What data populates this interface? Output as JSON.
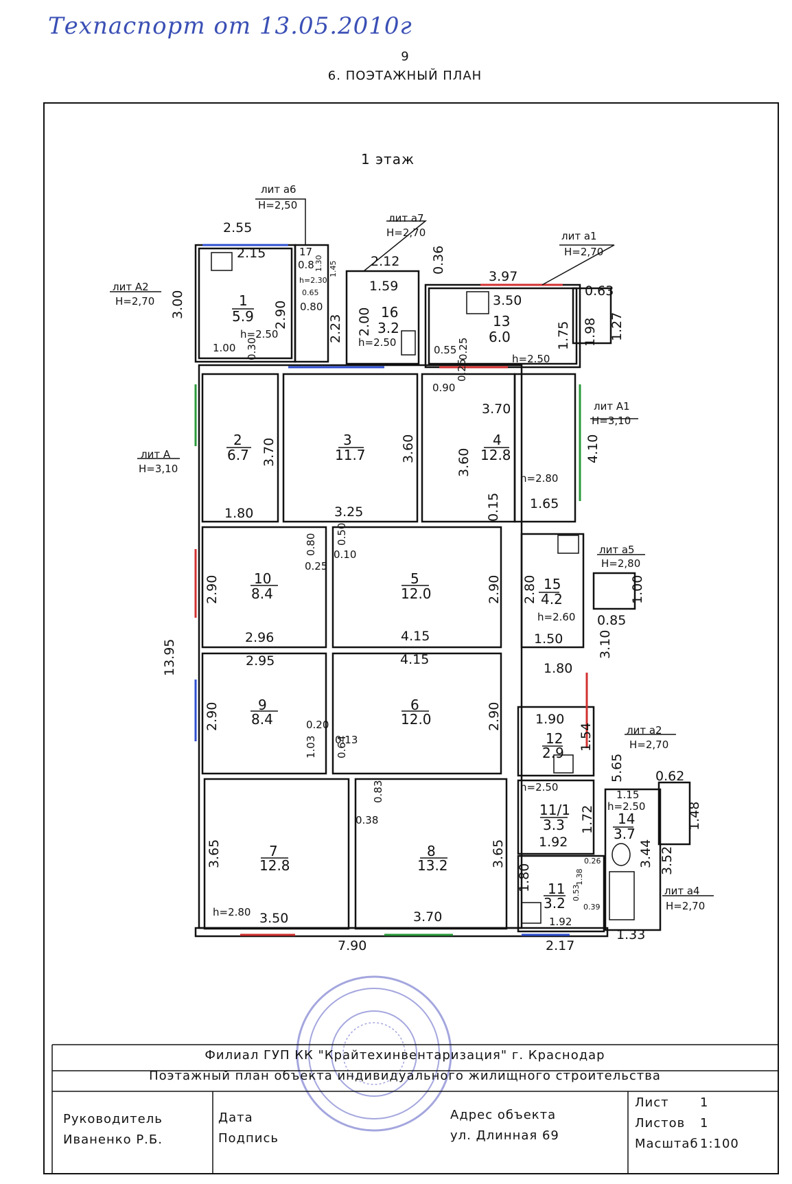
{
  "handwritten_note": "Техпаспорт  от 13.05.2010г",
  "page_number": "9",
  "section_title": "6. ПОЭТАЖНЫЙ ПЛАН",
  "floor_title": "1 этаж",
  "wing_labels": [
    {
      "lit": "лит а6",
      "h": "H=2,50"
    },
    {
      "lit": "лит а7",
      "h": "H=2,70"
    },
    {
      "lit": "лит а1",
      "h": "H=2,70"
    },
    {
      "lit": "лит А2",
      "h": "H=2,70"
    },
    {
      "lit": "лит А1",
      "h": "H=3,10"
    },
    {
      "lit": "лит А",
      "h": "H=3,10"
    },
    {
      "lit": "лит а5",
      "h": "H=2,80"
    },
    {
      "lit": "лит а2",
      "h": "H=2,70"
    },
    {
      "lit": "лит а4",
      "h": "H=2,70"
    }
  ],
  "rooms": [
    {
      "num": "1",
      "area": "5.9",
      "height": "h=2.50"
    },
    {
      "num": "17",
      "area": "0.8",
      "height": "h=2.30"
    },
    {
      "num": "16",
      "area": "3.2",
      "height": "h=2.50"
    },
    {
      "num": "13",
      "area": "6.0",
      "height": "h=2.50"
    },
    {
      "num": "2",
      "area": "6.7",
      "height": ""
    },
    {
      "num": "3",
      "area": "11.7",
      "height": ""
    },
    {
      "num": "4",
      "area": "12.8",
      "height": "h=2.80"
    },
    {
      "num": "10",
      "area": "8.4",
      "height": ""
    },
    {
      "num": "5",
      "area": "12.0",
      "height": ""
    },
    {
      "num": "15",
      "area": "4.2",
      "height": "h=2.60"
    },
    {
      "num": "9",
      "area": "8.4",
      "height": ""
    },
    {
      "num": "6",
      "area": "12.0",
      "height": ""
    },
    {
      "num": "12",
      "area": "2.9",
      "height": ""
    },
    {
      "num": "7",
      "area": "12.8",
      "height": "h=2.80"
    },
    {
      "num": "8",
      "area": "13.2",
      "height": ""
    },
    {
      "num": "11/1",
      "area": "3.3",
      "height": "h=2.50"
    },
    {
      "num": "14",
      "area": "3.7",
      "height": "h=2.50"
    },
    {
      "num": "11",
      "area": "3.2",
      "height": ""
    }
  ],
  "dimensions": {
    "d1": "2.55",
    "d2": "2.15",
    "d3": "3.00",
    "d4": "2.90",
    "d5": "1.00",
    "d6": "0.30",
    "d7": "1.45",
    "d8": "1.30",
    "d9": "0.65",
    "d10": "0.80",
    "d11": "2.12",
    "d12": "0.36",
    "d13": "1.59",
    "d14": "2.23",
    "d15": "2.00",
    "d16": "3.97",
    "d17": "3.50",
    "d18": "0.63",
    "d19": "1.75",
    "d20": "1.98",
    "d21": "1.27",
    "d22": "0.55",
    "d23": "0.25",
    "d24": "0.90",
    "d25": "3.70",
    "d26": "3.60",
    "d27": "3.60",
    "d28": "4.10",
    "d29": "1.80",
    "d30": "3.25",
    "d31": "1.65",
    "d32": "0.15",
    "d33": "0.80",
    "d34": "0.50",
    "d35": "0.25",
    "d36": "0.10",
    "d37": "2.90",
    "d38": "2.90",
    "d39": "2.80",
    "d40": "1.00",
    "d41": "0.85",
    "d42": "2.96",
    "d43": "4.15",
    "d44": "1.50",
    "d45": "3.10",
    "d46": "1.80",
    "d47": "13.95",
    "d48": "2.95",
    "d49": "4.15",
    "d50": "2.90",
    "d51": "2.90",
    "d52": "1.90",
    "d53": "1.54",
    "d54": "5.65",
    "d55": "0.20",
    "d56": "0.13",
    "d57": "1.03",
    "d58": "0.64",
    "d59": "0.83",
    "d60": "0.62",
    "d61": "1.15",
    "d62": "1.72",
    "d63": "1.48",
    "d64": "0.38",
    "d65": "3.65",
    "d66": "3.65",
    "d67": "1.92",
    "d68": "3.44",
    "d69": "3.52",
    "d70": "0.26",
    "d71": "1.80",
    "d72": "1.38",
    "d73": "0.53",
    "d74": "0.39",
    "d75": "3.50",
    "d76": "3.70",
    "d77": "1.92",
    "d78": "1.33",
    "d79": "7.90",
    "d80": "2.17",
    "d81": "0.25"
  },
  "title_block": {
    "org": "Филиал ГУП КК \"Крайтехинвентаризация\"  г. Краснодар",
    "doc_title": "Поэтажный план объекта индивидуального жилищного строительства",
    "head_label": "Руководитель",
    "head_name": "Иваненко Р.Б.",
    "date_label": "Дата",
    "sign_label": "Подпись",
    "address_label": "Адрес объекта",
    "address_value": "ул. Длинная   69",
    "sheet_label": "Лист",
    "sheet_value": "1",
    "sheets_label": "Листов",
    "sheets_value": "1",
    "scale_label": "Масштаб",
    "scale_value": "1:100"
  },
  "colors": {
    "ink": "#111111",
    "handwriting": "#3a4fb5",
    "stamp": "#5b5fc4",
    "window_red": "#d23030",
    "window_green": "#2a9a3a",
    "window_blue": "#2f4fd0"
  }
}
